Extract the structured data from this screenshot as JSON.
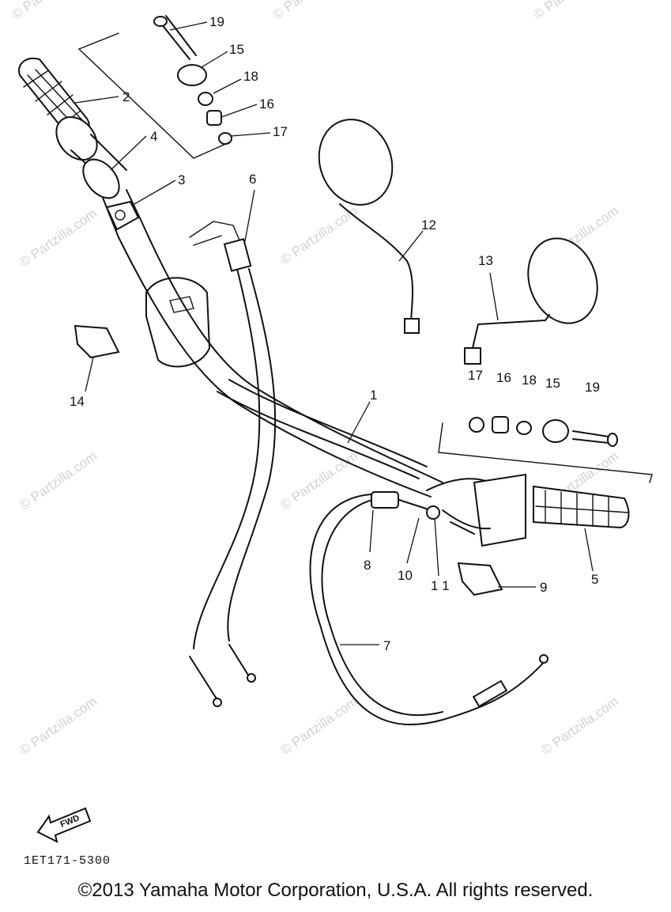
{
  "diagram": {
    "watermark_text": "© Partzilla.com",
    "callouts": {
      "c1": "1",
      "c2": "2",
      "c3": "3",
      "c4": "4",
      "c5": "5",
      "c6": "6",
      "c7": "7",
      "c8": "8",
      "c9": "9",
      "c10": "10",
      "c11": "1 1",
      "c12": "12",
      "c13": "13",
      "c14": "14",
      "c15a": "15",
      "c16a": "16",
      "c17a": "17",
      "c18a": "18",
      "c19a": "19",
      "c15b": "15",
      "c16b": "16",
      "c17b": "17",
      "c18b": "18",
      "c19b": "19"
    },
    "fwd_label": "FWD",
    "diagram_code": "1ET171-5300"
  },
  "footer": {
    "copyright": "©2013  Yamaha Motor Corporation, U.S.A. All rights reserved."
  }
}
